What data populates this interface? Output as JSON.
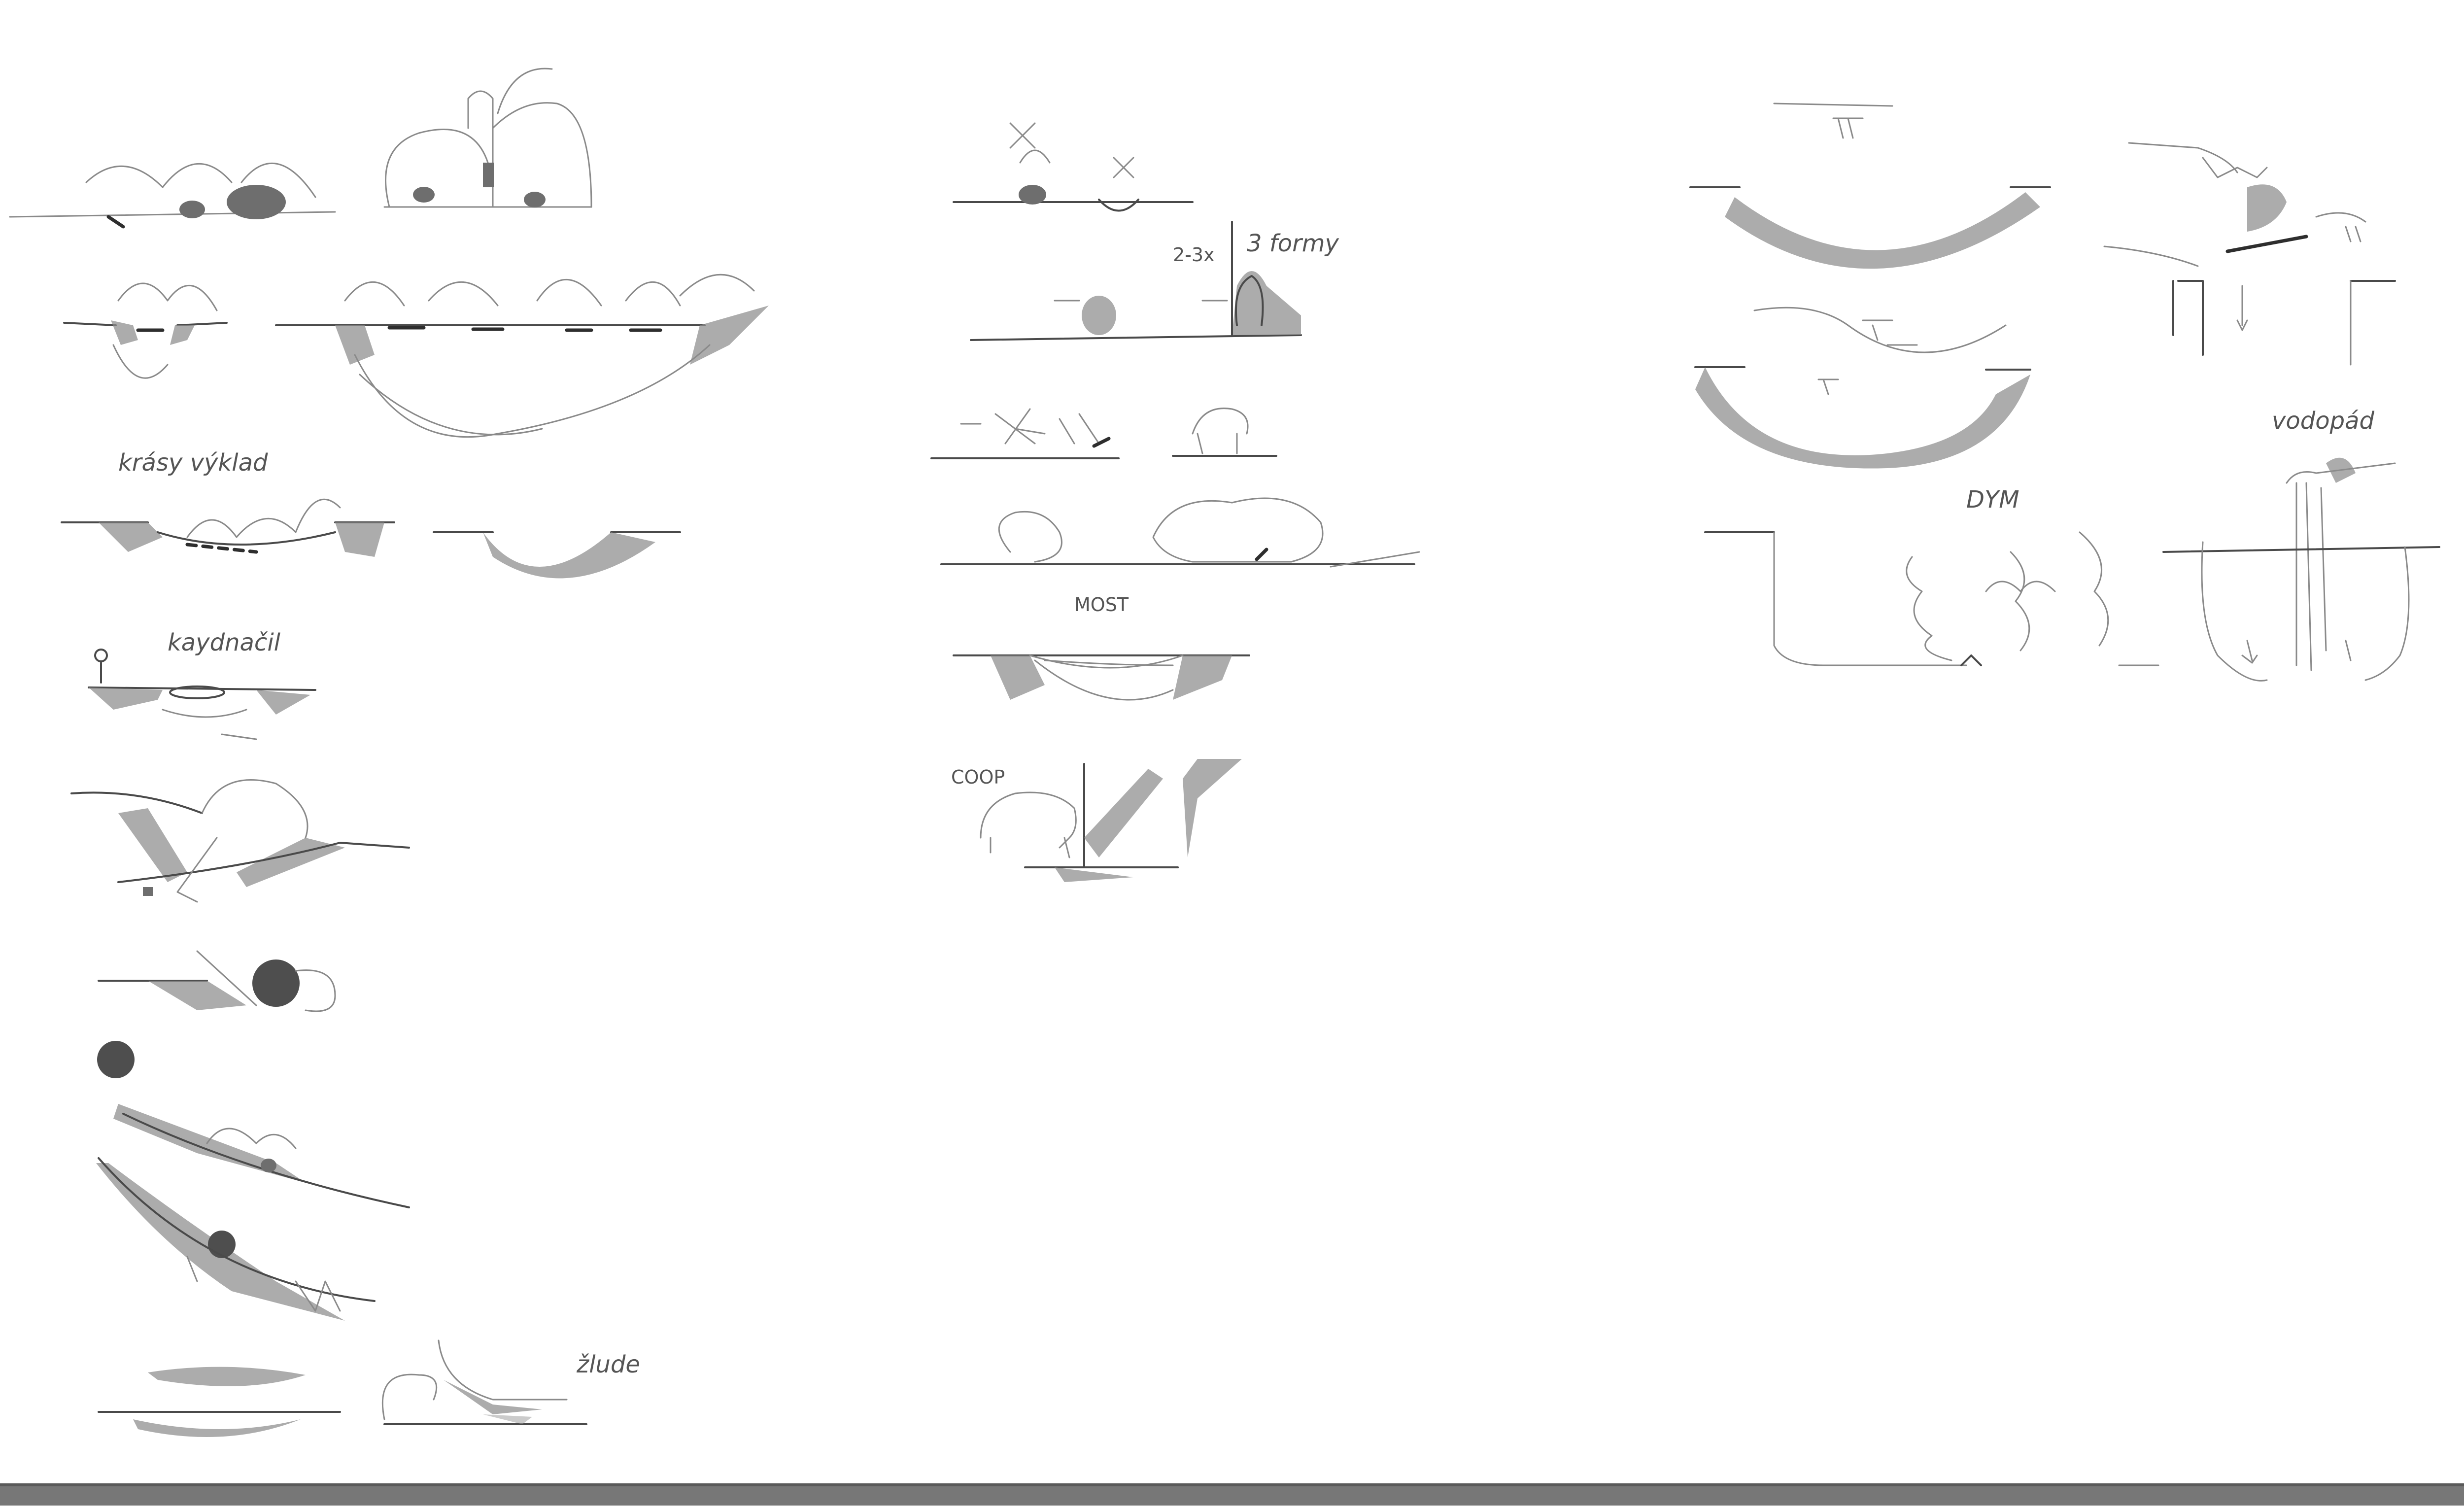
{
  "labels": {
    "krasy_vyklad": "krásy výklad",
    "kaydnacil": "kaydnačil",
    "zlute": "žlude",
    "forty_two_three": "2-3x",
    "two_forms": "3 formy",
    "most": "MOST",
    "coop": "COOP",
    "dym": "DYM",
    "vodopad": "vodopád"
  },
  "colors": {
    "ink": "#4a4a4a",
    "shading": "#8c8c8c",
    "ground_band": "#777777"
  }
}
